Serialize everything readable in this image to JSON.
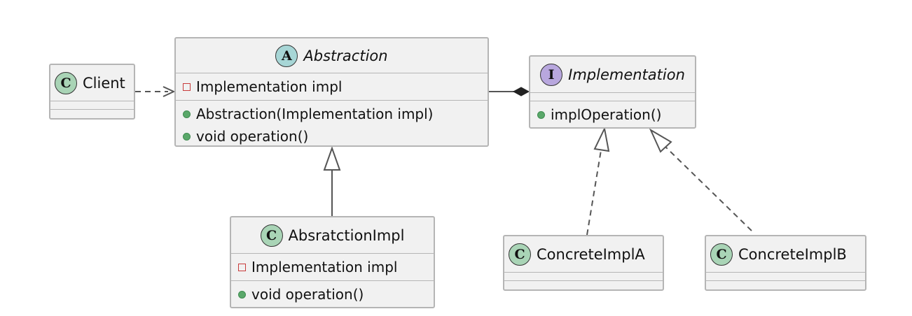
{
  "classes": {
    "client": {
      "badge": "C",
      "name": "Client"
    },
    "abstraction": {
      "badge": "A",
      "name": "Abstraction",
      "fields": [
        "Implementation impl"
      ],
      "methods": [
        "Abstraction(Implementation impl)",
        "void operation()"
      ]
    },
    "implementation": {
      "badge": "I",
      "name": "Implementation",
      "methods": [
        "implOperation()"
      ]
    },
    "abstraction_impl": {
      "badge": "C",
      "name": "AbsratctionImpl",
      "fields": [
        "Implementation impl"
      ],
      "methods": [
        "void operation()"
      ]
    },
    "concrete_a": {
      "badge": "C",
      "name": "ConcreteImplA"
    },
    "concrete_b": {
      "badge": "C",
      "name": "ConcreteImplB"
    }
  },
  "colors": {
    "class_fill": "#f1f1f1",
    "border": "#b5b5b5",
    "edge": "#555555",
    "class_badge": "#a9d4b6",
    "abstract_badge": "#a7d6d6",
    "interface_badge": "#b8a7de",
    "private_marker": "#c83b3b",
    "public_marker": "#5aa86a"
  },
  "relationships": [
    {
      "from": "client",
      "to": "abstraction",
      "kind": "dependency"
    },
    {
      "from": "abstraction",
      "to": "implementation",
      "kind": "composition"
    },
    {
      "from": "abstraction_impl",
      "to": "abstraction",
      "kind": "inheritance"
    },
    {
      "from": "concrete_a",
      "to": "implementation",
      "kind": "realization"
    },
    {
      "from": "concrete_b",
      "to": "implementation",
      "kind": "realization"
    }
  ]
}
